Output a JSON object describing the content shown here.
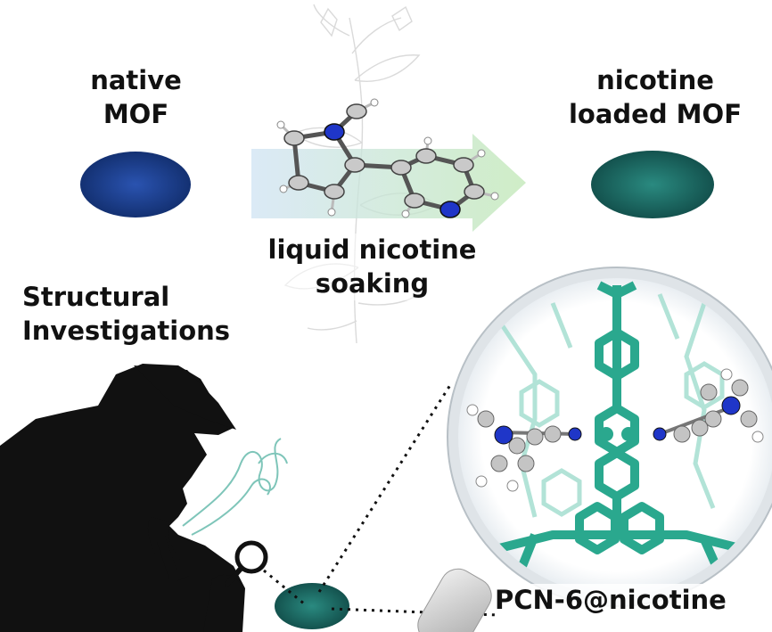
{
  "labels": {
    "native_line1": "native",
    "native_line2": "MOF",
    "loaded_line1": "nicotine",
    "loaded_line2": "loaded MOF",
    "soaking_line1": "liquid nicotine",
    "soaking_line2": "soaking",
    "structural_line1": "Structural",
    "structural_line2": "Investigations",
    "magnifier_caption": "PCN-6@nicotine"
  },
  "colors": {
    "native_crystal": "#1c3f8c",
    "loaded_crystal": "#1e6f68",
    "arrow_start": "#cfe3f3",
    "arrow_end": "#b9e6b0",
    "framework": "#2aa88e",
    "framework_light": "#9fdccd",
    "nitrogen": "#1f36c8",
    "carbon": "#b9b9b9",
    "silhouette": "#111111"
  },
  "icons": [
    "detective-silhouette",
    "magnifier-icon",
    "nicotine-molecule",
    "tobacco-plant-sketch",
    "smoke-swirl"
  ]
}
